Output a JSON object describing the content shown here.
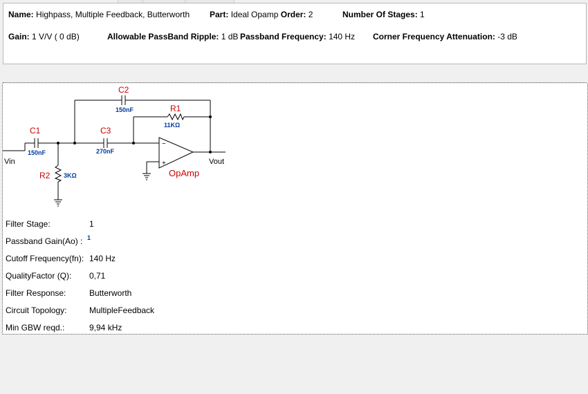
{
  "summary": {
    "name_label": "Name:",
    "name_value": "Highpass, Multiple Feedback, Butterworth",
    "part_label": "Part:",
    "part_value": "Ideal Opamp",
    "order_label": "Order:",
    "order_value": "2",
    "stages_label": "Number Of Stages:",
    "stages_value": "1",
    "gain_label": "Gain:",
    "gain_value": "1 V/V ( 0 dB)",
    "ripple_label": "Allowable PassBand Ripple:",
    "ripple_value": "1 dB",
    "passband_label": "Passband Frequency:",
    "passband_value": "140 Hz",
    "corner_label": "Corner Frequency Attenuation:",
    "corner_value": "-3 dB"
  },
  "schematic": {
    "c1_name": "C1",
    "c1_value": "150nF",
    "c2_name": "C2",
    "c2_value": "150nF",
    "c3_name": "C3",
    "c3_value": "270nF",
    "r1_name": "R1",
    "r1_value": "11KΩ",
    "r2_name": "R2",
    "r2_value": "3KΩ",
    "opamp_name": "OpAmp",
    "minus_sign": "−",
    "plus_sign": "+",
    "vin_label": "Vin",
    "vout_label": "Vout",
    "label_color": "#cc0000",
    "value_color": "#003c9e"
  },
  "params": [
    {
      "label": "Filter Stage:",
      "value": "1"
    },
    {
      "label": "Passband Gain(Ao) :",
      "value": "1"
    },
    {
      "label": "Cutoff Frequency(fn):",
      "value": "140 Hz"
    },
    {
      "label": "QualityFactor (Q):",
      "value": "0,71"
    },
    {
      "label": "Filter Response:",
      "value": "Butterworth"
    },
    {
      "label": "Circuit Topology:",
      "value": "MultipleFeedback"
    },
    {
      "label": "Min GBW reqd.:",
      "value": "9,94 kHz"
    }
  ]
}
